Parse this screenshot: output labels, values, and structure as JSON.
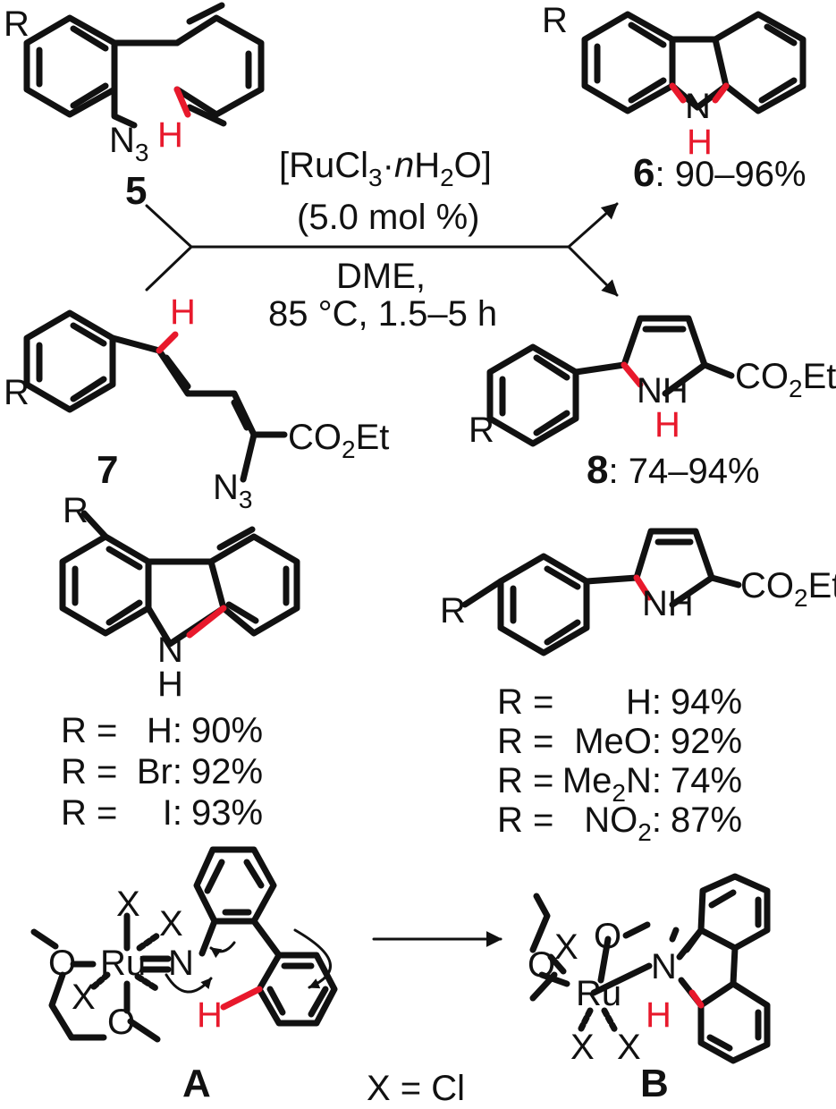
{
  "reagents": {
    "catalyst": "[RuCl3·nH2O]",
    "loading": "(5.0 mol %)",
    "solvent": "DME,",
    "conditions": "85 °C, 1.5–5 h"
  },
  "compounds": {
    "c5": {
      "number": "5",
      "R": "R",
      "N3": "N3",
      "H": "H"
    },
    "c6": {
      "number": "6",
      "yield": ": 90–96%",
      "R": "R",
      "NH": "N",
      "H": "H"
    },
    "c7": {
      "number": "7",
      "R": "R",
      "H": "H",
      "ester": "CO2Et",
      "N3": "N3"
    },
    "c8": {
      "number": "8",
      "yield": ": 74–94%",
      "R": "R",
      "NH": "NH",
      "H": "H",
      "ester": "CO2Et"
    }
  },
  "carbazole_examples": [
    {
      "r_label": "R =",
      "sub": "H",
      "yield": "90%"
    },
    {
      "r_label": "R =",
      "sub": "Br",
      "yield": "92%"
    },
    {
      "r_label": "R =",
      "sub": "I",
      "yield": "93%"
    }
  ],
  "pyrrole_examples": [
    {
      "r_label": "R =",
      "sub": "H",
      "yield": "94%"
    },
    {
      "r_label": "R =",
      "sub": "MeO",
      "yield": "92%"
    },
    {
      "r_label": "R =",
      "sub": "Me2N",
      "yield": "74%"
    },
    {
      "r_label": "R =",
      "sub": "NO2",
      "yield": "87%"
    }
  ],
  "mechanism": {
    "A_label": "A",
    "B_label": "B",
    "x_def": "X = Cl",
    "Ru": "Ru",
    "X": "X",
    "O": "O",
    "N": "N",
    "H": "H"
  },
  "colors": {
    "highlight": "#e8192c",
    "ink": "#111111"
  }
}
